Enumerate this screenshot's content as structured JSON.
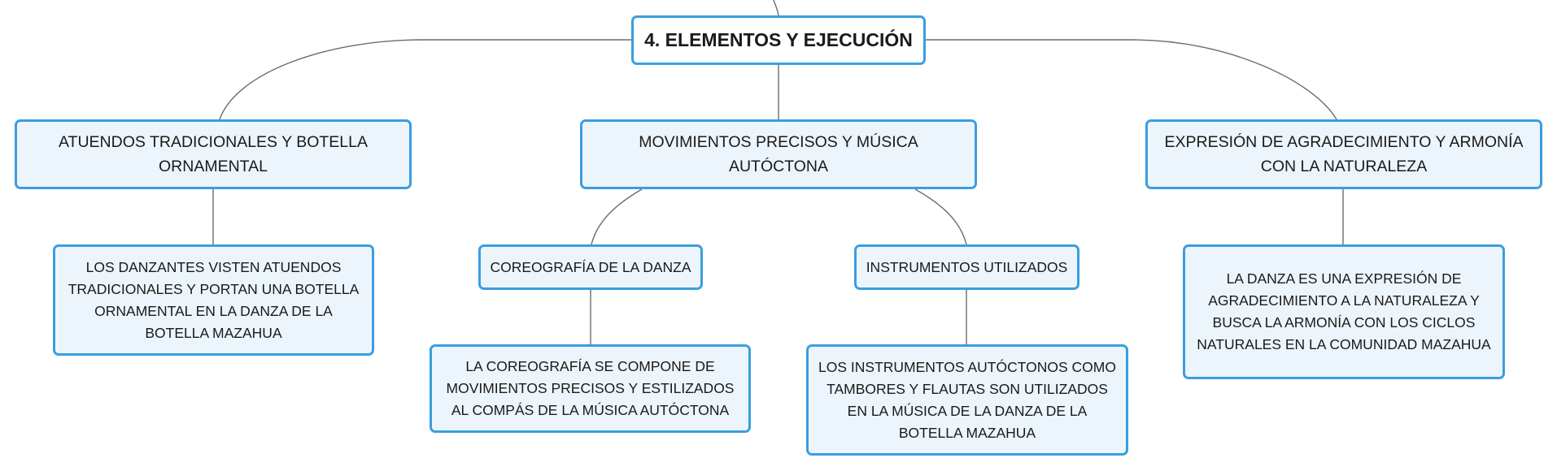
{
  "diagram": {
    "root": {
      "label": "4. ELEMENTOS Y EJECUCIÓN"
    },
    "branches": [
      {
        "label": "ATUENDOS TRADICIONALES Y BOTELLA ORNAMENTAL",
        "detail": "LOS DANZANTES VISTEN ATUENDOS TRADICIONALES Y PORTAN UNA BOTELLA ORNAMENTAL EN LA DANZA DE LA BOTELLA MAZAHUA"
      },
      {
        "label": "MOVIMIENTOS PRECISOS Y MÚSICA AUTÓCTONA",
        "children": [
          {
            "label": "COREOGRAFÍA DE LA DANZA",
            "detail": "LA COREOGRAFÍA SE COMPONE DE MOVIMIENTOS PRECISOS Y ESTILIZADOS AL COMPÁS DE LA MÚSICA AUTÓCTONA"
          },
          {
            "label": "INSTRUMENTOS UTILIZADOS",
            "detail": "LOS INSTRUMENTOS AUTÓCTONOS COMO TAMBORES Y FLAUTAS SON UTILIZADOS EN LA MÚSICA DE LA DANZA DE LA BOTELLA MAZAHUA"
          }
        ]
      },
      {
        "label": "EXPRESIÓN DE AGRADECIMIENTO Y ARMONÍA CON LA NATURALEZA",
        "detail": "LA DANZA ES UNA EXPRESIÓN DE AGRADECIMIENTO A LA NATURALEZA Y BUSCA LA ARMONÍA CON LOS CICLOS NATURALES EN LA COMUNIDAD MAZAHUA"
      }
    ]
  },
  "colors": {
    "node_border": "#3a9ee0",
    "node_fill": "#edf5fc",
    "connector": "#6b6b6b"
  }
}
